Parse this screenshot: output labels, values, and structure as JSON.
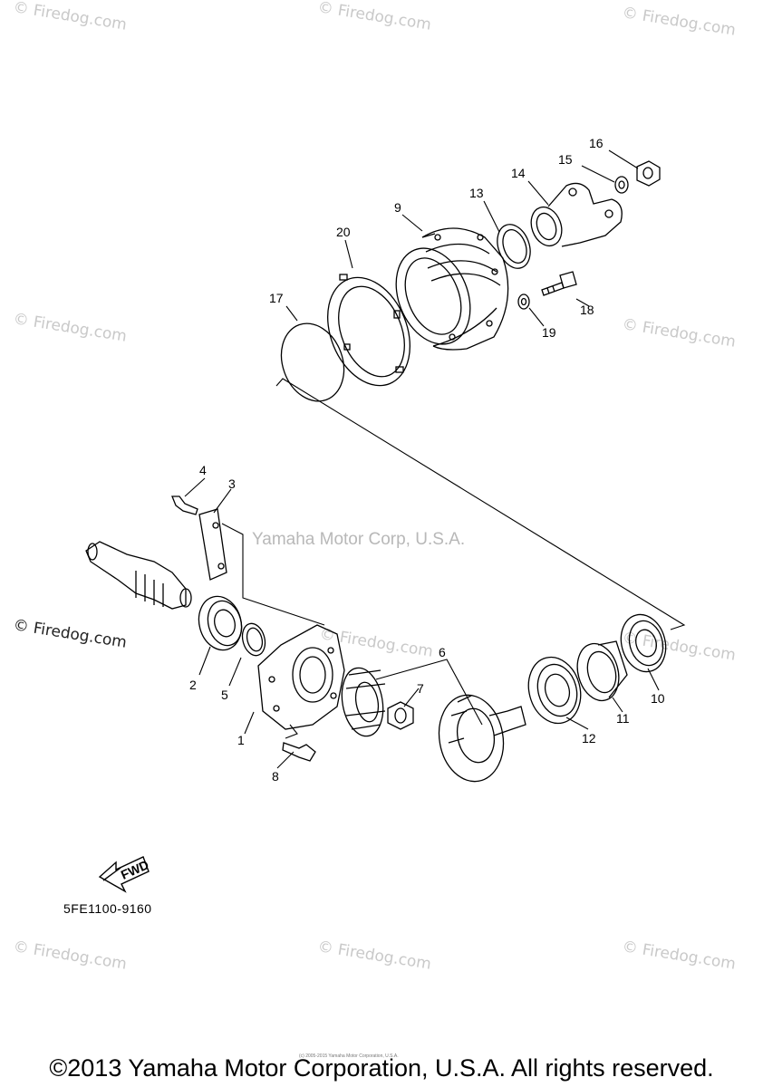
{
  "watermark_text": "© Firedog.com",
  "brand_text": "Yamaha Motor Corp, U.S.A.",
  "fd_main_text": "© Firedog.com",
  "part_code": "5FE1100-9160",
  "fwd_label": "FWD",
  "tiny_text": "(c) 2005-2015 Yamaha Motor Corporation, U.S.A.",
  "copyright": "©2013 Yamaha Motor Corporation, U.S.A. All rights reserved.",
  "callouts": [
    "1",
    "2",
    "3",
    "4",
    "5",
    "6",
    "7",
    "8",
    "9",
    "10",
    "11",
    "12",
    "13",
    "14",
    "15",
    "16",
    "17",
    "18",
    "19",
    "20"
  ]
}
